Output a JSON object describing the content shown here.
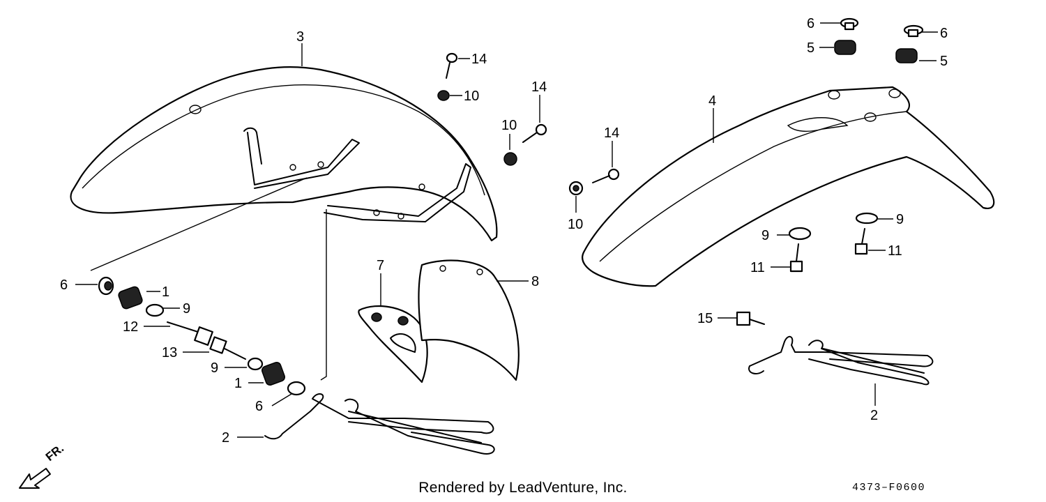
{
  "diagram": {
    "front_indicator": "FR.",
    "credit": "Rendered by LeadVenture, Inc.",
    "figure_code": "4373–F0600",
    "callouts": [
      {
        "id": "c3",
        "text": "3"
      },
      {
        "id": "c14a",
        "text": "14"
      },
      {
        "id": "c10a",
        "text": "10"
      },
      {
        "id": "c14b",
        "text": "14"
      },
      {
        "id": "c10b",
        "text": "10"
      },
      {
        "id": "c14c",
        "text": "14"
      },
      {
        "id": "c10c",
        "text": "10"
      },
      {
        "id": "c4",
        "text": "4"
      },
      {
        "id": "c6a",
        "text": "6"
      },
      {
        "id": "c6b",
        "text": "6"
      },
      {
        "id": "c5a",
        "text": "5"
      },
      {
        "id": "c5b",
        "text": "5"
      },
      {
        "id": "c6c",
        "text": "6"
      },
      {
        "id": "c1a",
        "text": "1"
      },
      {
        "id": "c9a",
        "text": "9"
      },
      {
        "id": "c12",
        "text": "12"
      },
      {
        "id": "c13",
        "text": "13"
      },
      {
        "id": "c9b",
        "text": "9"
      },
      {
        "id": "c1b",
        "text": "1"
      },
      {
        "id": "c6d",
        "text": "6"
      },
      {
        "id": "c2a",
        "text": "2"
      },
      {
        "id": "c7",
        "text": "7"
      },
      {
        "id": "c8",
        "text": "8"
      },
      {
        "id": "c9c",
        "text": "9"
      },
      {
        "id": "c9d",
        "text": "9"
      },
      {
        "id": "c11a",
        "text": "11"
      },
      {
        "id": "c11b",
        "text": "11"
      },
      {
        "id": "c15",
        "text": "15"
      },
      {
        "id": "c2b",
        "text": "2"
      }
    ]
  }
}
